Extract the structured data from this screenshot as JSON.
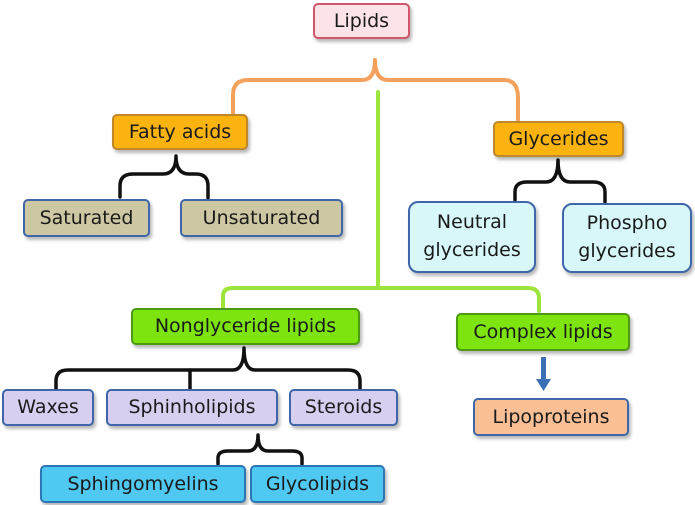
{
  "nodes": {
    "lipids": "Lipids",
    "fatty_acids": "Fatty acids",
    "glycerides": "Glycerides",
    "saturated": "Saturated",
    "unsaturated": "Unsaturated",
    "neutral_glycerides": [
      "Neutral",
      "glycerides"
    ],
    "phospho_glycerides": [
      "Phospho",
      "glycerides"
    ],
    "nonglyceride_lipids": "Nonglyceride lipids",
    "complex_lipids": "Complex lipids",
    "waxes": "Waxes",
    "sphinholipids": "Sphinholipids",
    "steroids": "Steroids",
    "lipoproteins": "Lipoproteins",
    "sphingomyelins": "Sphingomyelins",
    "glycolipids": "Glycolipids"
  },
  "colors": {
    "orange_connector": "#f4a15d",
    "green_connector": "#9de53a",
    "black_connector": "#111111",
    "arrow": "#3a6fb6"
  }
}
